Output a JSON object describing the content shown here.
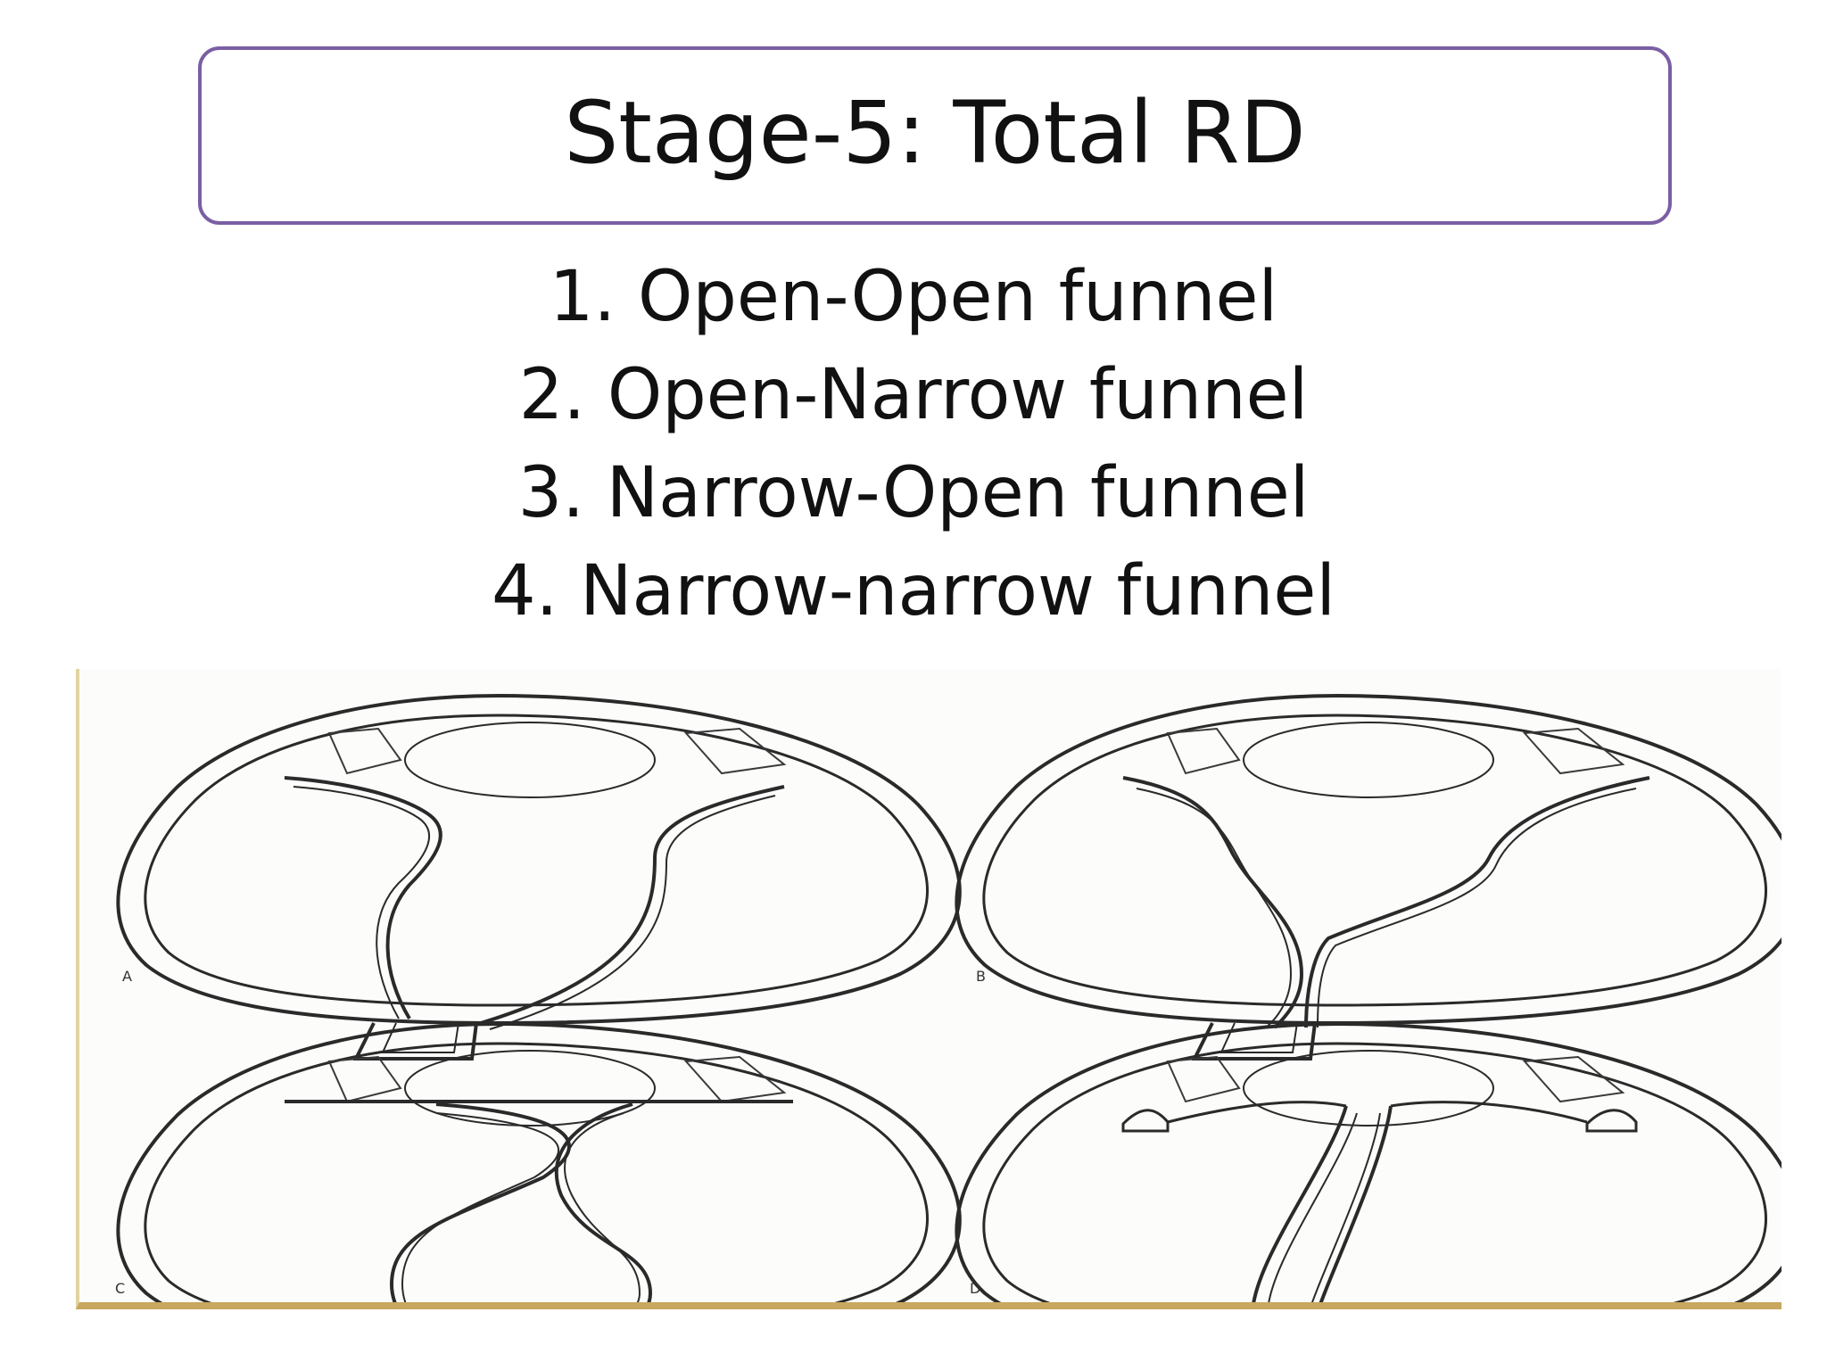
{
  "title": "Stage-5: Total RD",
  "list_items": [
    "1. Open-Open funnel",
    "2. Open-Narrow funnel",
    "3. Narrow-Open funnel",
    "4. Narrow-narrow funnel"
  ],
  "figure": {
    "panels": [
      {
        "letter": "A"
      },
      {
        "letter": "B"
      },
      {
        "letter": "C"
      },
      {
        "letter": "D"
      }
    ]
  },
  "colors": {
    "title_border": "#7a5fa3",
    "figure_border": "#c8a85e",
    "line": "#2a2a2a"
  }
}
